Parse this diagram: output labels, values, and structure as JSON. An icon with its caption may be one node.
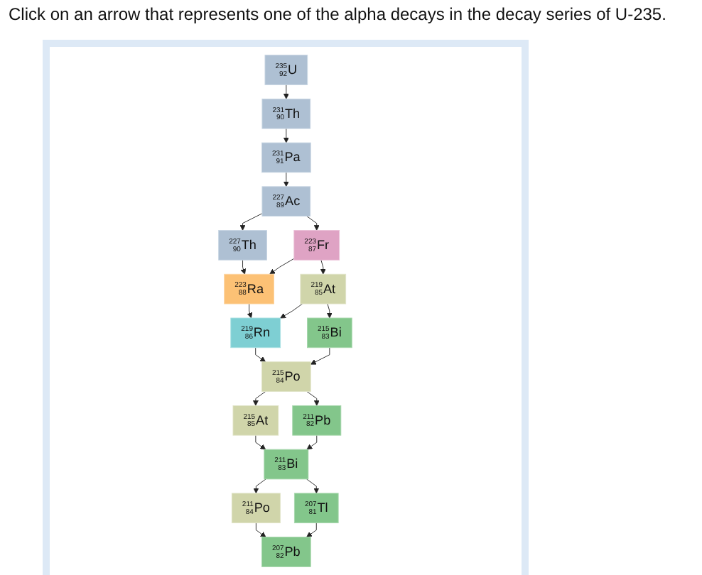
{
  "diagram": {
    "title": "Click on an arrow that represents one of the alpha decays in the decay series of U-235.",
    "nodes": [
      {
        "text": [
          "$^{235}$$_{92}$U"
        ]
      },
      {
        "text": [
          "$^{231}$$_{91}$Pa"
        ]
      },
      {
        "text": [
          "$^{227}$$_{90}$Th"
        ]
      },
      {
        "text": [
          "$^{231}$$_{90}$Th"
        ]
      },
      {
        "text": [
          "$^{227}$$_{89}$Ac"
        ]
      },
      {
        "text": [
          "$^{223}$$_{88}$Ra"
        ]
      },
      {
        "text": [
          "$^{223}$$_{87}$Fr"
        ]
      },
      {
        "text": [
          "$^{219}$$_{86}$Rn"
        ]
      },
      {
        "text": [
          "$^{215}$$_{85}$At"
        ]
      },
      {
        "text": [
          "$^{211}$$_{84}$Po"
        ]
      },
      {
        "text": [
          "$^{219}$$_{85}$At"
        ]
      },
      {
        "text": [
          "$^{215}$$_{84}$Po"
        ]
      },
      {
        "text": [
          "$^{211}$$_{83}$Bi"
        ]
      },
      {
        "text": [
          "$^{207}$$_{82}$Pb"
        ]
      },
      {
        "text": [
          "$^{215}$$_{83}$Bi"
        ]
      },
      {
        "text": [
          "$^{211}$$_{82}$Pb"
        ]
      },
      {
        "text": [
          "$^{207}$$_{81}$Tl"
        ]
      }
    ],
    "edges": [
      {
        "from": 0,
        "to": 3,
        "arrow": "to"
      },
      {
        "from": 3,
        "to": 1,
        "arrow": "to"
      },
      {
        "from": 1,
        "to": 4,
        "arrow": "to"
      },
      {
        "from": 4,
        "to": 2,
        "arrow": "to"
      },
      {
        "from": 2,
        "to": 5,
        "arrow": "to"
      },
      {
        "from": 4,
        "to": 6,
        "arrow": "to"
      },
      {
        "from": 6,
        "to": 5,
        "arrow": "to"
      },
      {
        "from": 5,
        "to": 7,
        "arrow": "to"
      },
      {
        "from": 6,
        "to": 10,
        "arrow": "to"
      },
      {
        "from": 10,
        "to": 7,
        "arrow": "to"
      },
      {
        "from": 7,
        "to": 11,
        "arrow": "to"
      },
      {
        "from": 10,
        "to": 14,
        "arrow": "to"
      },
      {
        "from": 14,
        "to": 11,
        "arrow": "to"
      },
      {
        "from": 11,
        "to": 8,
        "arrow": "to"
      },
      {
        "from": 11,
        "to": 15,
        "arrow": "to"
      },
      {
        "from": 8,
        "to": 12,
        "arrow": "to"
      },
      {
        "from": 15,
        "to": 12,
        "arrow": "to"
      },
      {
        "from": 12,
        "to": 9,
        "arrow": "to"
      },
      {
        "from": 12,
        "to": 16,
        "arrow": "to"
      },
      {
        "from": 9,
        "to": 13,
        "arrow": "to"
      },
      {
        "from": 16,
        "to": 13,
        "arrow": "to"
      }
    ]
  }
}
